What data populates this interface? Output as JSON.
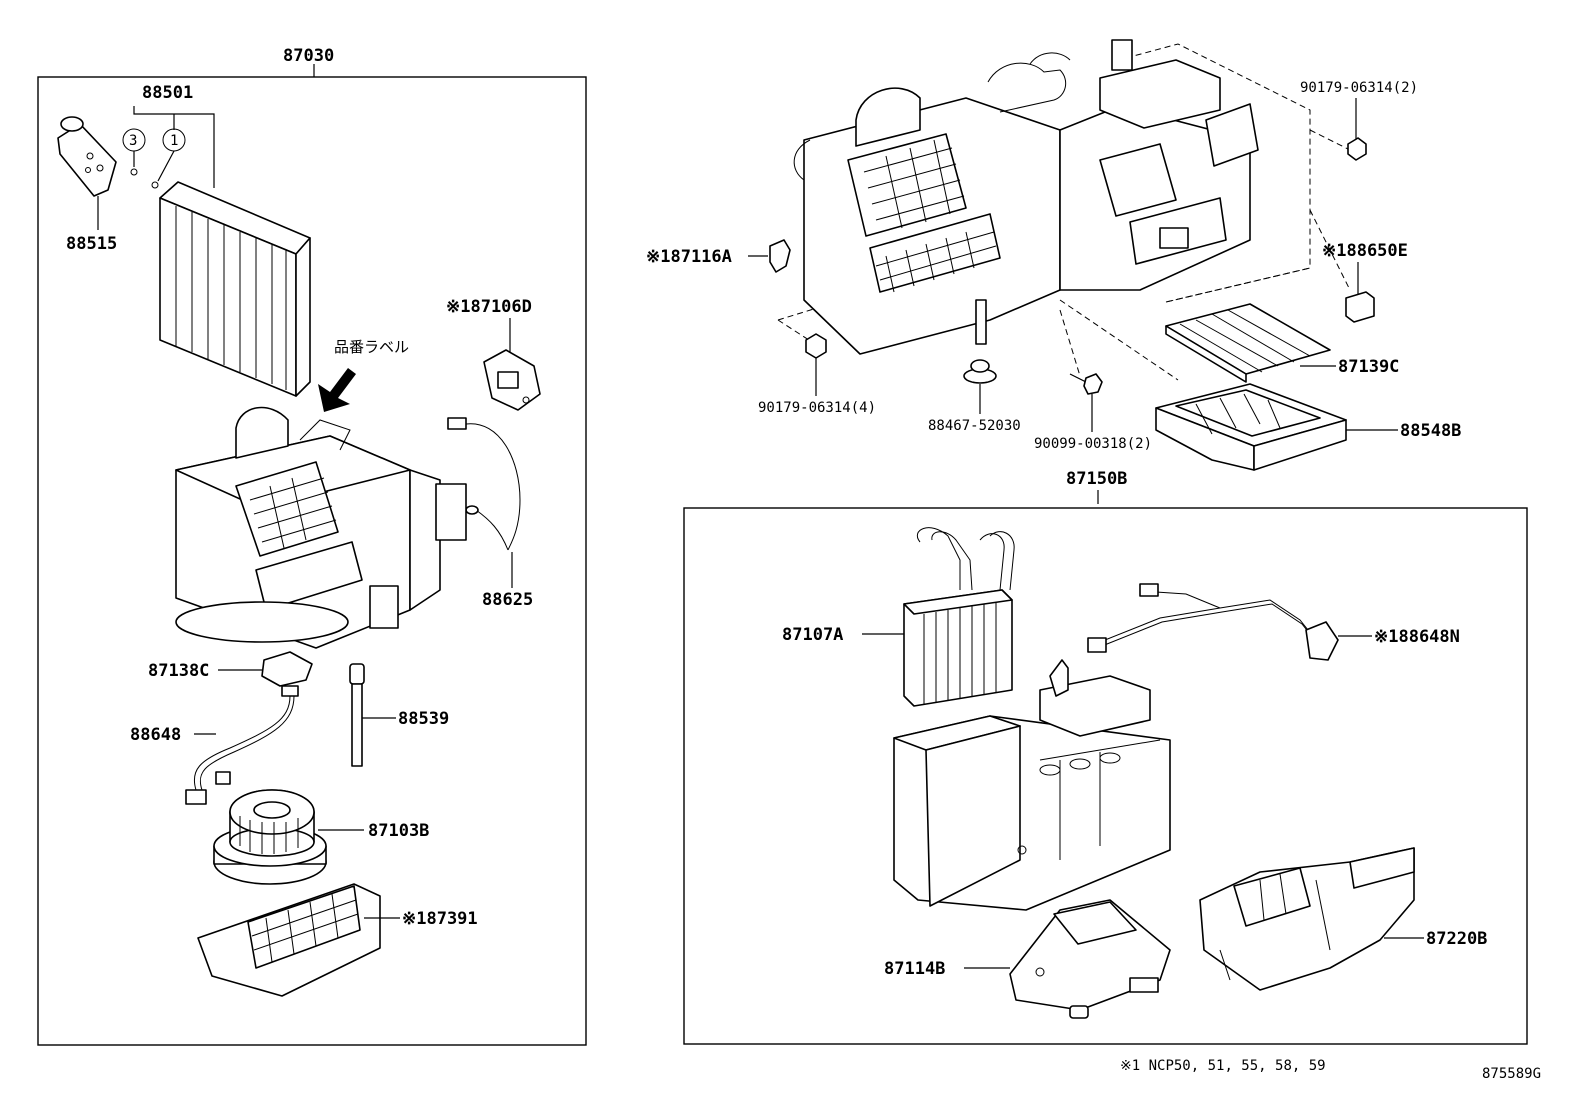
{
  "labels": {
    "assy_left": "87030",
    "evaporator": "88501",
    "expansion_valve": "88515",
    "circle_3": "3",
    "circle_1": "1",
    "servo_87106d": "※187106D",
    "label_note_jp": "品番ラベル",
    "thermistor": "88625",
    "register_87138c": "87138C",
    "drain_hose": "88539",
    "wire_88648": "88648",
    "blower_motor": "87103B",
    "lower_case_87391": "※187391",
    "bolt_90179_a": "90179-06314(2)",
    "clip_87116a": "※187116A",
    "servo_88650e": "※188650E",
    "filter_87139c": "87139C",
    "cover_88548b": "88548B",
    "bolt_90179_b": "90179-06314(4)",
    "grommet_88467": "88467-52030",
    "screw_90099": "90099-00318(2)",
    "assy_right": "87150B",
    "heater_core": "87107A",
    "harness_88648n": "※188648N",
    "duct_87114b": "87114B",
    "damper_87220b": "87220B",
    "footnote": "※1 NCP50, 51, 55, 58, 59",
    "diagram_code": "875589G"
  }
}
